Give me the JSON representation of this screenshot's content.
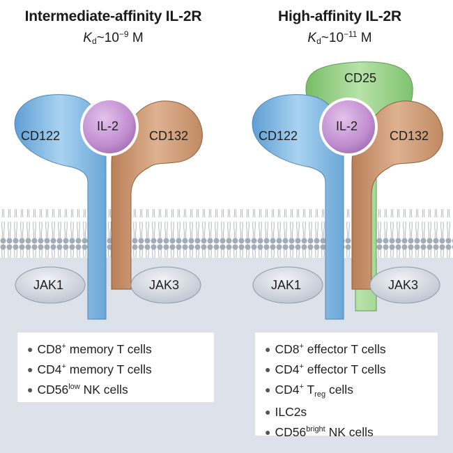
{
  "left": {
    "title": "Intermediate-affinity IL-2R",
    "kd": {
      "k": "K",
      "sub": "d",
      "approx": "~10",
      "exp": "−9",
      "unit": " M"
    },
    "receptors": {
      "cd122": "CD122",
      "il2": "IL-2",
      "cd132": "CD132"
    },
    "jak": {
      "jak1": "JAK1",
      "jak3": "JAK3"
    },
    "cells": [
      {
        "pre": "CD8",
        "sup": "+",
        "post": " memory T cells"
      },
      {
        "pre": "CD4",
        "sup": "+",
        "post": " memory T cells"
      },
      {
        "pre": "CD56",
        "sup": "low",
        "post": " NK cells"
      }
    ]
  },
  "right": {
    "title": "High-affinity IL-2R",
    "kd": {
      "k": "K",
      "sub": "d",
      "approx": "~10",
      "exp": "−11",
      "unit": " M"
    },
    "receptors": {
      "cd25": "CD25",
      "cd122": "CD122",
      "il2": "IL-2",
      "cd132": "CD132"
    },
    "jak": {
      "jak1": "JAK1",
      "jak3": "JAK3"
    },
    "cells": [
      {
        "pre": "CD8",
        "sup": "+",
        "post": " effector T cells"
      },
      {
        "pre": "CD4",
        "sup": "+",
        "post": " effector T cells"
      },
      {
        "pre": "CD4",
        "sup": "+",
        "mid": " T",
        "sub": "reg",
        "post": " cells"
      },
      {
        "pre": "ILC2s"
      },
      {
        "pre": "CD56",
        "sup": "bright",
        "post": " NK cells"
      }
    ]
  },
  "colors": {
    "cd122": "#8cc0e6",
    "cd132": "#d3a27e",
    "il2": "#c896d4",
    "cd25": "#9fd38f",
    "jak": "#d6dce6",
    "cytoplasm": "#dde2ea",
    "lipid_head": "#9aa3ad"
  }
}
